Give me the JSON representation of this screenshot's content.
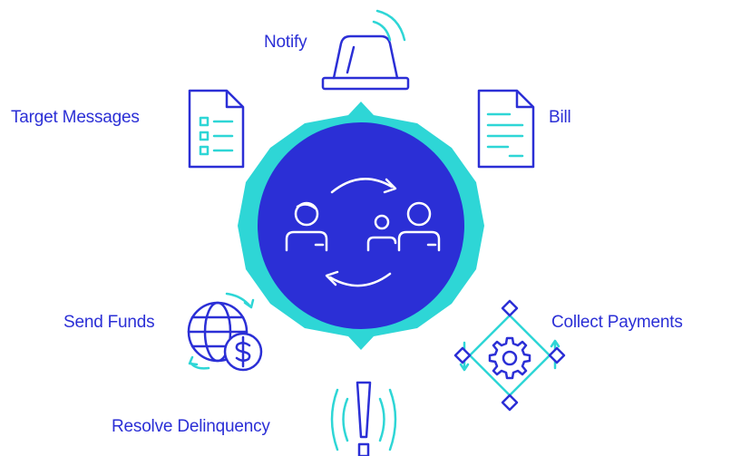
{
  "colors": {
    "navy": "#2b2fd6",
    "teal": "#2ed6d6",
    "white": "#ffffff"
  },
  "hub": {
    "icons": [
      "person-icon",
      "exchange-arrows-icon",
      "person-icon",
      "person-icon"
    ]
  },
  "items": [
    {
      "id": "notify",
      "label": "Notify",
      "icon": "alarm-siren-icon"
    },
    {
      "id": "target-messages",
      "label": "Target Messages",
      "icon": "checklist-document-icon"
    },
    {
      "id": "bill",
      "label": "Bill",
      "icon": "document-lines-icon"
    },
    {
      "id": "send-funds",
      "label": "Send Funds",
      "icon": "globe-dollar-icon"
    },
    {
      "id": "collect-payments",
      "label": "Collect Payments",
      "icon": "gear-network-icon"
    },
    {
      "id": "resolve-delinquency",
      "label": "Resolve Delinquency",
      "icon": "exclamation-alert-icon"
    }
  ]
}
